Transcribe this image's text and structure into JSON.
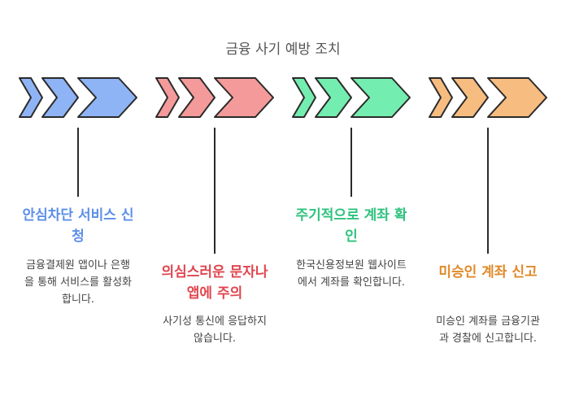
{
  "title": "금융 사기 예방 조치",
  "steps": [
    {
      "title": "안심차단 서비스 신청",
      "description": "금융결제원 앱이나 은행을 통해 서비스를 활성화합니다.",
      "color": "#5b8fe8",
      "fill": "#8fb4f5"
    },
    {
      "title": "의심스러운 문자나 앱에 주의",
      "description": "사기성 통신에 응답하지 않습니다.",
      "color": "#e0454f",
      "fill": "#f59a9a"
    },
    {
      "title": "주기적으로 계좌 확인",
      "description": "한국신용정보원 웹사이트에서 계좌를 확인합니다.",
      "color": "#2ec27e",
      "fill": "#74eeb0"
    },
    {
      "title": "미승인 계좌 신고",
      "description": "미승인 계좌를 금융기관과 경찰에 신고합니다.",
      "color": "#e08a2a",
      "fill": "#f7bc80"
    }
  ]
}
